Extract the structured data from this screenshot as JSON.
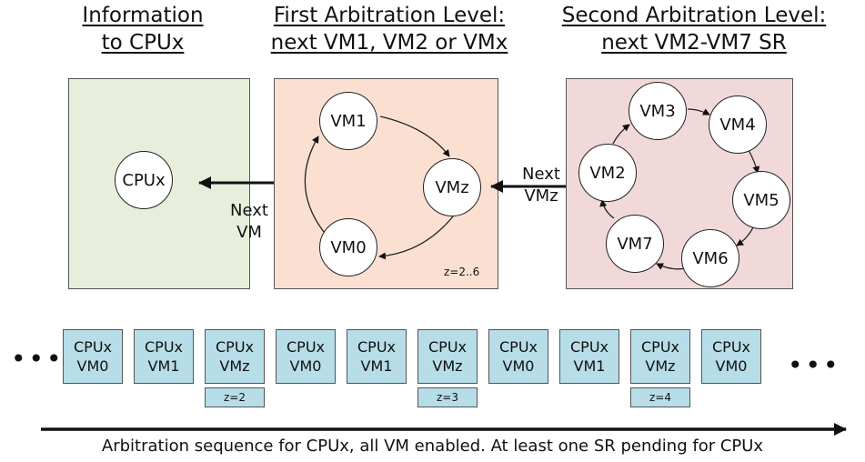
{
  "headers": {
    "info": {
      "line1": "Information",
      "line2": "to CPUx"
    },
    "first": {
      "line1": "First Arbitration Level:",
      "line2": "next VM1, VM2 or VMx"
    },
    "second": {
      "line1": "Second Arbitration Level:",
      "line2": "next VM2-VM7 SR"
    }
  },
  "info_panel": {
    "cpu": "CPUx"
  },
  "first_panel": {
    "vm1": "VM1",
    "vmz": "VMz",
    "vm0": "VM0",
    "note": "z=2..6"
  },
  "second_panel": {
    "vm3": "VM3",
    "vm4": "VM4",
    "vm2": "VM2",
    "vm5": "VM5",
    "vm7": "VM7",
    "vm6": "VM6"
  },
  "arrows": {
    "next_vm": {
      "line1": "Next",
      "line2": "VM"
    },
    "next_vmz": {
      "line1": "Next",
      "line2": "VMz"
    }
  },
  "sequence": {
    "leading_dots": "•••",
    "trailing_dots": "•••",
    "slots": [
      {
        "top": "CPUx",
        "bottom": "VM0"
      },
      {
        "top": "CPUx",
        "bottom": "VM1"
      },
      {
        "top": "CPUx",
        "bottom": "VMz",
        "z": "z=2"
      },
      {
        "top": "CPUx",
        "bottom": "VM0"
      },
      {
        "top": "CPUx",
        "bottom": "VM1"
      },
      {
        "top": "CPUx",
        "bottom": "VMz",
        "z": "z=3"
      },
      {
        "top": "CPUx",
        "bottom": "VM0"
      },
      {
        "top": "CPUx",
        "bottom": "VM1"
      },
      {
        "top": "CPUx",
        "bottom": "VMz",
        "z": "z=4"
      },
      {
        "top": "CPUx",
        "bottom": "VM0"
      }
    ]
  },
  "caption": "Arbitration sequence for CPUx, all VM enabled. At least one SR pending for CPUx",
  "colors": {
    "info_panel": "#e7eedb",
    "first_panel": "#fbe0d2",
    "second_panel": "#f1d9da",
    "slot": "#b7dde8"
  }
}
